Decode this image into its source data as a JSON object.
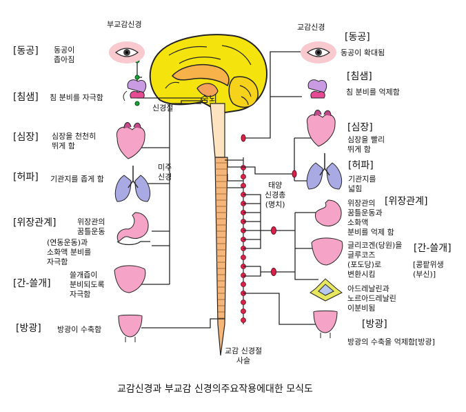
{
  "headers": {
    "parasympathetic": "부교감신경",
    "sympathetic": "교감신경"
  },
  "caption": "교감신경과 부교감 신경의주요작용에대한 모식도",
  "center_labels": {
    "brain": "숨뇌",
    "ganglion": "신경절",
    "vagus": "미주\n신경",
    "solar_plexus": "태양\n신경총\n(명치)",
    "sympathetic_chain": "교감 신경절\n사슬"
  },
  "left": [
    {
      "organ": "[동공]",
      "text": "동공이\n좁아짐"
    },
    {
      "organ": "[침샘]",
      "text": "침 분비를 자극함"
    },
    {
      "organ": "[심장]",
      "text": "심장을 천천히\n뛰게 함"
    },
    {
      "organ": "[허파]",
      "text": "기관지를 좁게 함"
    },
    {
      "organ": "[위장관계]",
      "text": "위장관의\n꿈틀운동",
      "text2": "(연동운동)과\n소화액 분비를\n자극함"
    },
    {
      "organ": "[간-쓸개]",
      "text": "쓸개즙이\n분비되도록\n자극함"
    },
    {
      "organ": "[방광]",
      "text": "방광이 수축함"
    }
  ],
  "right": [
    {
      "organ": "[동공]",
      "text": "동공이 확대됨"
    },
    {
      "organ": "[침샘]",
      "text": "침 분비를 억제함"
    },
    {
      "organ": "[심장]",
      "text": "심장을 빨리\n뛰게 함"
    },
    {
      "organ": "[허파]",
      "text": "기관지를\n넓힘"
    },
    {
      "organ": "[위장관계]",
      "text": "위장관의\n꿈틀운동과\n소화액\n분비를 억제 함"
    },
    {
      "organ": "[간-쓸개]",
      "text": "글리코겐(당원)을\n글루코즈\n(포도당)로\n변환시킴"
    },
    {
      "organ": "[콩팥위생\n(부신)]",
      "text": "아드레날린과\n노르아드레날린\n이분비됨"
    },
    {
      "organ": "[방광]",
      "text": "방광의 수축을 억제함[방광]"
    }
  ]
}
